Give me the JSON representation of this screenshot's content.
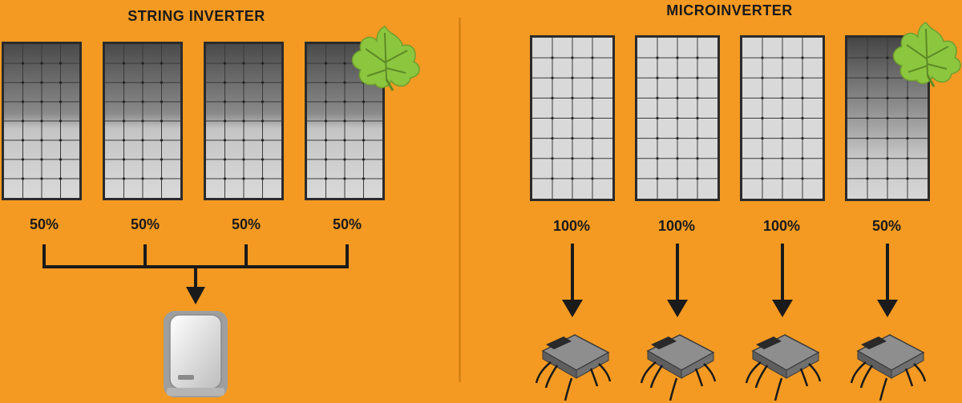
{
  "string_inverter": {
    "title": "STRING INVERTER",
    "panels": [
      {
        "output": "50%",
        "shaded": false
      },
      {
        "output": "50%",
        "shaded": false
      },
      {
        "output": "50%",
        "shaded": false
      },
      {
        "output": "50%",
        "shaded": true
      }
    ],
    "shade_icon": "leaf-icon",
    "device_icon": "string-inverter-icon"
  },
  "microinverter": {
    "title": "MICROINVERTER",
    "panels": [
      {
        "output": "100%",
        "shaded": false
      },
      {
        "output": "100%",
        "shaded": false
      },
      {
        "output": "100%",
        "shaded": false
      },
      {
        "output": "50%",
        "shaded": true
      }
    ],
    "shade_icon": "leaf-icon",
    "device_icon": "microinverter-icon"
  },
  "colors": {
    "background": "#F49A22",
    "panel_dark": "#4A4A4A",
    "panel_light": "#D9D9D9",
    "leaf": "#8CC63F",
    "arrow": "#1a1a1a"
  }
}
